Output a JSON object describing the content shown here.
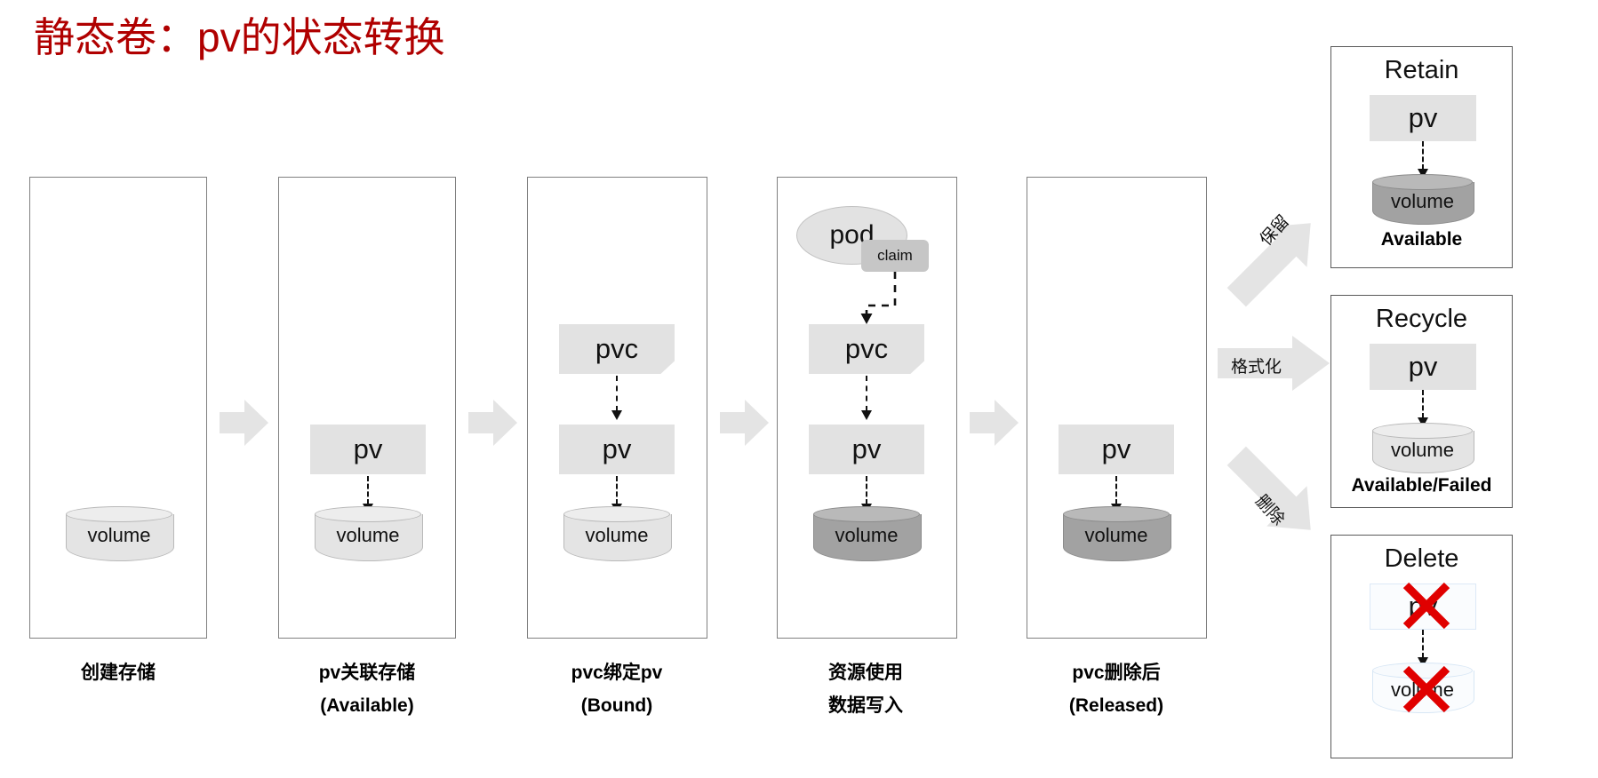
{
  "title": "静态卷：pv的状态转换",
  "colors": {
    "title": "#B00000",
    "node_fill": "#E2E2E2",
    "volume_light": "#E4E4E4",
    "volume_dark": "#A2A2A2",
    "claim_fill": "#C6C6C6",
    "arrow_fill": "#E4E4E4",
    "box_border": "#808080",
    "delete_x": "#E00000"
  },
  "stages": [
    {
      "id": "create-storage",
      "caption_line1": "创建存储",
      "caption_line2": "",
      "nodes": {
        "volume": "volume"
      }
    },
    {
      "id": "pv-bind-storage",
      "caption_line1": "pv关联存储",
      "caption_line2": "(Available)",
      "nodes": {
        "pv": "pv",
        "volume": "volume"
      }
    },
    {
      "id": "pvc-bound-pv",
      "caption_line1": "pvc绑定pv",
      "caption_line2": "(Bound)",
      "nodes": {
        "pvc": "pvc",
        "pv": "pv",
        "volume": "volume"
      }
    },
    {
      "id": "resource-in-use",
      "caption_line1": "资源使用",
      "caption_line2": "数据写入",
      "nodes": {
        "pod": "pod",
        "claim": "claim",
        "pvc": "pvc",
        "pv": "pv",
        "volume": "volume"
      }
    },
    {
      "id": "pvc-deleted",
      "caption_line1": "pvc删除后",
      "caption_line2": "(Released)",
      "nodes": {
        "pv": "pv",
        "volume": "volume"
      }
    }
  ],
  "branches": [
    {
      "id": "retain",
      "label": "保留"
    },
    {
      "id": "recycle",
      "label": "格式化"
    },
    {
      "id": "delete",
      "label": "删除"
    }
  ],
  "outcomes": [
    {
      "id": "retain",
      "title": "Retain",
      "pv": "pv",
      "volume": "volume",
      "status": "Available"
    },
    {
      "id": "recycle",
      "title": "Recycle",
      "pv": "pv",
      "volume": "volume",
      "status": "Available/Failed"
    },
    {
      "id": "delete",
      "title": "Delete",
      "pv": "pv",
      "volume": "volume",
      "status": ""
    }
  ]
}
